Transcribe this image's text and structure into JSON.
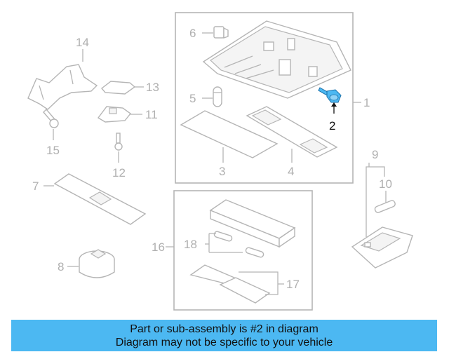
{
  "diagram": {
    "callouts": {
      "c1": "1",
      "c2": "2",
      "c3": "3",
      "c4": "4",
      "c5": "5",
      "c6": "6",
      "c7": "7",
      "c8": "8",
      "c9": "9",
      "c10": "10",
      "c11": "11",
      "c12": "12",
      "c13": "13",
      "c14": "14",
      "c15": "15",
      "c16": "16",
      "c17": "17",
      "c18": "18"
    },
    "highlighted_part": "2",
    "highlight_color": "#4cb8f2"
  },
  "banner": {
    "line1": "Part or sub-assembly is #2 in diagram",
    "line2": "Diagram may not be specific to your vehicle",
    "background": "#4cb8f2"
  }
}
